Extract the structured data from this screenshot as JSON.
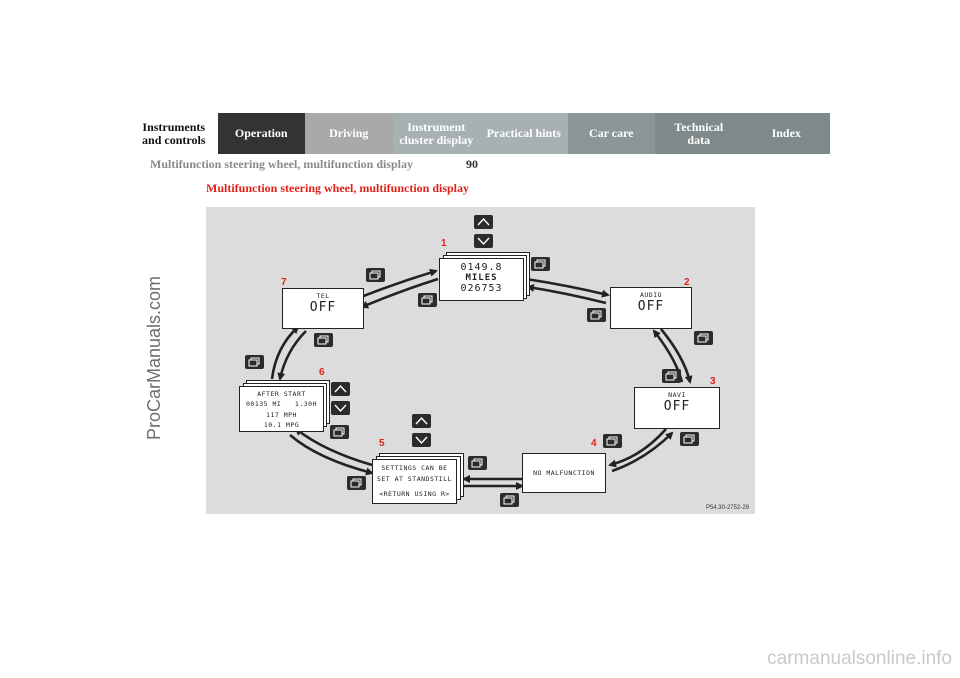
{
  "tabs": [
    {
      "label": "Instruments\nand controls",
      "style": "first"
    },
    {
      "label": "Operation",
      "style": "active"
    },
    {
      "label": "Driving",
      "style": "t-light"
    },
    {
      "label": "Instrument\ncluster display",
      "style": "t-blue"
    },
    {
      "label": "Practical hints",
      "style": "t-blue"
    },
    {
      "label": "Car care",
      "style": "t-gray"
    },
    {
      "label": "Technical\ndata",
      "style": "t-dark"
    },
    {
      "label": "Index",
      "style": "t-dark"
    }
  ],
  "header": {
    "running_title": "Multifunction steering wheel, multifunction display",
    "page_number": "90"
  },
  "section_heading": "Multifunction steering wheel, multifunction display",
  "figure": {
    "id": "P54.30-2752-29",
    "trip": {
      "line1": "0149.8",
      "line2": "MILES",
      "line3": "026753"
    },
    "audio": {
      "title": "AUDIO",
      "value": "OFF"
    },
    "navi": {
      "title": "NAVI",
      "value": "OFF"
    },
    "malfunction": {
      "text": "NO MALFUNCTION"
    },
    "settings": {
      "line1": "SETTINGS CAN BE",
      "line2": "SET AT STANDSTILL",
      "line3": "<RETURN USING R>"
    },
    "after_start": {
      "title": "AFTER START",
      "distance": "00135 MI",
      "time": "1.30H",
      "speed": "117 MPH",
      "consumption": "10.1 MPG"
    },
    "tel": {
      "title": "TEL",
      "value": "OFF"
    },
    "markers": [
      "1",
      "2",
      "3",
      "4",
      "5",
      "6",
      "7"
    ]
  },
  "watermarks": {
    "side": "ProCarManuals.com",
    "bottom": "carmanualsonline.info"
  }
}
